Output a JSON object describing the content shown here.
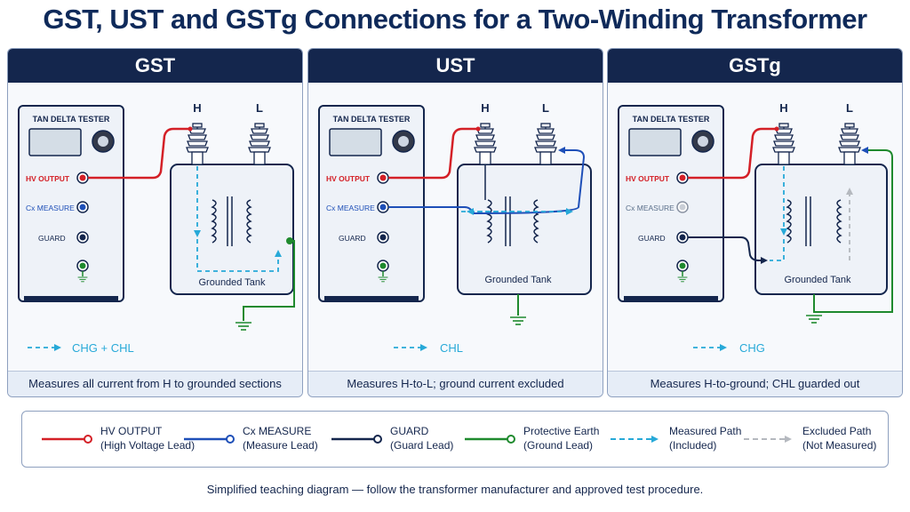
{
  "title": "GST, UST and GSTg Connections for a Two-Winding Transformer",
  "panels": [
    {
      "heading": "GST",
      "tester_label": "TAN DELTA TESTER",
      "hv_label": "HV OUTPUT",
      "cx_label": "Cx MEASURE",
      "guard_label": "GUARD",
      "terminal_h": "H",
      "terminal_l": "L",
      "tank_label": "Grounded Tank",
      "path_label": "CHG + CHL",
      "footer": "Measures all current from H to grounded sections"
    },
    {
      "heading": "UST",
      "tester_label": "TAN DELTA TESTER",
      "hv_label": "HV OUTPUT",
      "cx_label": "Cx MEASURE",
      "guard_label": "GUARD",
      "terminal_h": "H",
      "terminal_l": "L",
      "tank_label": "Grounded Tank",
      "path_label": "CHL",
      "footer": "Measures H-to-L; ground current excluded"
    },
    {
      "heading": "GSTg",
      "tester_label": "TAN DELTA TESTER",
      "hv_label": "HV OUTPUT",
      "cx_label": "Cx MEASURE",
      "guard_label": "GUARD",
      "terminal_h": "H",
      "terminal_l": "L",
      "tank_label": "Grounded Tank",
      "path_label": "CHG",
      "footer": "Measures H-to-ground; CHL guarded out"
    }
  ],
  "legend": [
    {
      "name": "HV OUTPUT",
      "sub": "(High Voltage Lead)",
      "color": "#d42027",
      "style": "solid"
    },
    {
      "name": "Cx MEASURE",
      "sub": "(Measure Lead)",
      "color": "#1e4fb8",
      "style": "solid"
    },
    {
      "name": "GUARD",
      "sub": "(Guard Lead)",
      "color": "#14264d",
      "style": "solid"
    },
    {
      "name": "Protective Earth",
      "sub": "(Ground Lead)",
      "color": "#1f8a2e",
      "style": "solid"
    },
    {
      "name": "Measured Path",
      "sub": "(Included)",
      "color": "#27a9d8",
      "style": "dashed"
    },
    {
      "name": "Excluded Path",
      "sub": "(Not Measured)",
      "color": "#b5b9bf",
      "style": "dashed"
    }
  ],
  "footer_note": "Simplified teaching diagram — follow the transformer manufacturer and approved test procedure.",
  "colors": {
    "navy": "#14264d",
    "hv_red": "#d42027",
    "measure_blue": "#1e4fb8",
    "earth_green": "#1f8a2e",
    "measured_cyan": "#27a9d8",
    "excluded_grey": "#b5b9bf"
  }
}
